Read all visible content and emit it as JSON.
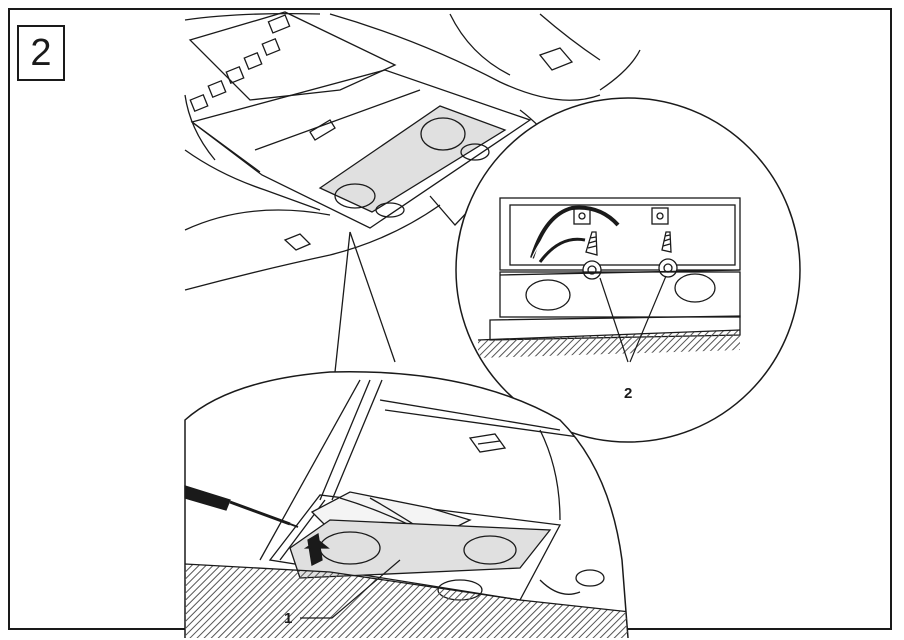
{
  "figure": {
    "step_number": "2",
    "callouts": [
      {
        "label": "1"
      },
      {
        "label": "2"
      }
    ]
  },
  "colors": {
    "line": "#1a1a1a",
    "panel_fill": "#e0e0e0",
    "hatch": "#555555"
  },
  "icons": [
    "screwdriver-icon",
    "screw-icon",
    "arrow-icon"
  ]
}
